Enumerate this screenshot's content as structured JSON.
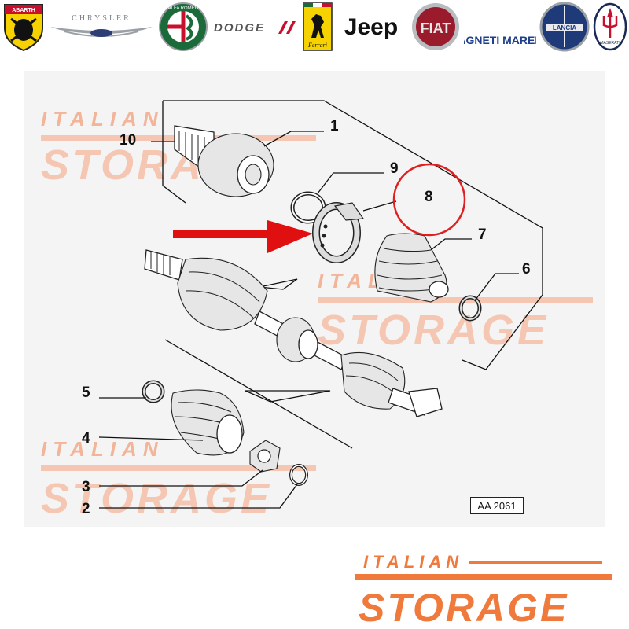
{
  "brand_logos": [
    {
      "name": "ABARTH",
      "color": "#c8102e"
    },
    {
      "name": "CHRYSLER",
      "color": "#7a7f85"
    },
    {
      "name": "ALFA ROMEO",
      "color": "#1a6a3a"
    },
    {
      "name": "DODGE",
      "color": "#555555"
    },
    {
      "name": "Ferrari",
      "color": "#f6d200"
    },
    {
      "name": "Jeep",
      "color": "#111111"
    },
    {
      "name": "FIAT",
      "color": "#9a1b2c"
    },
    {
      "name": "MAGNETI MARELLI",
      "color": "#1d3f8c"
    },
    {
      "name": "LANCIA",
      "color": "#1e3a78"
    },
    {
      "name": "MASERATI",
      "color": "#1b2a55"
    }
  ],
  "watermark": {
    "line1": "ITALIAN",
    "line2": "STORAGE",
    "color": "#f07a3c"
  },
  "diagram": {
    "callouts": [
      "1",
      "2",
      "3",
      "4",
      "5",
      "6",
      "7",
      "8",
      "9",
      "10"
    ],
    "highlighted_part": "8",
    "reference_code": "AA 2061"
  },
  "footer": {
    "line1": "ITALIAN",
    "line2": "STORAGE",
    "accent": "#f07a3c"
  }
}
